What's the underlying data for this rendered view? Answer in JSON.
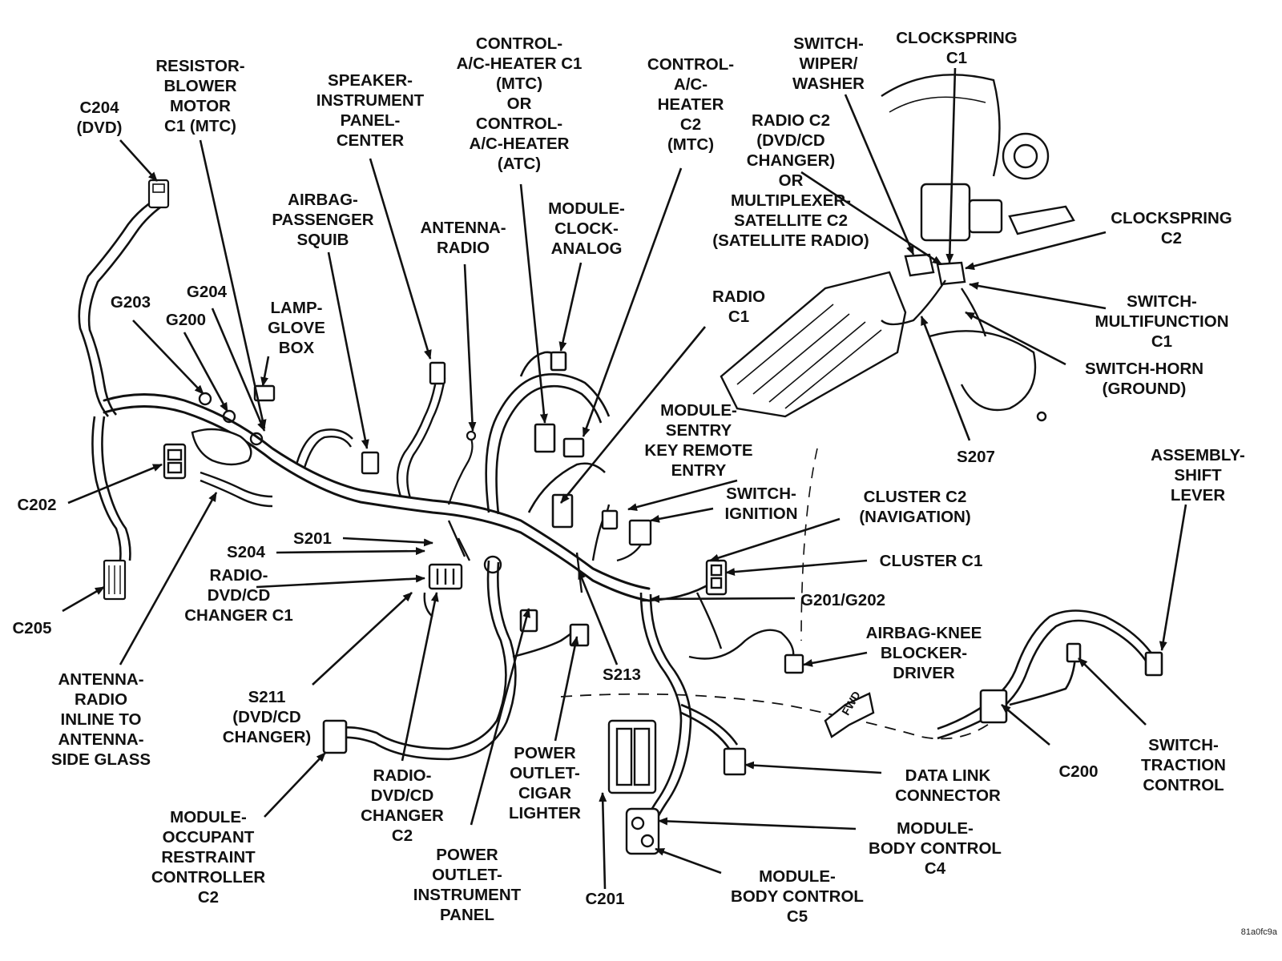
{
  "colors": {
    "ink": "#111111",
    "paper": "#ffffff"
  },
  "document_id": "81a0fc9a",
  "labels": {
    "c204": "C204\n(DVD)",
    "resistor_blower": "RESISTOR-\nBLOWER\nMOTOR\nC1 (MTC)",
    "speaker_ip": "SPEAKER-\nINSTRUMENT\nPANEL-\nCENTER",
    "control_ac_c1": "CONTROL-\nA/C-HEATER C1\n(MTC)\nOR\nCONTROL-\nA/C-HEATER\n(ATC)",
    "control_ac_c2": "CONTROL-\nA/C-\nHEATER\nC2\n(MTC)",
    "switch_wiper": "SWITCH-\nWIPER/\nWASHER",
    "clockspring_c1": "CLOCKSPRING\nC1",
    "radio_c2": "RADIO C2\n(DVD/CD\nCHANGER)\nOR\nMULTIPLEXER-\nSATELLITE C2\n(SATELLITE RADIO)",
    "clockspring_c2": "CLOCKSPRING\nC2",
    "airbag_passenger": "AIRBAG-\nPASSENGER\nSQUIB",
    "antenna_radio": "ANTENNA-\nRADIO",
    "module_clock": "MODULE-\nCLOCK-\nANALOG",
    "g204": "G204",
    "g203": "G203",
    "g200": "G200",
    "lamp_glove": "LAMP-\nGLOVE\nBOX",
    "radio_c1": "RADIO\nC1",
    "switch_multifunction": "SWITCH-\nMULTIFUNCTION C1",
    "switch_horn": "SWITCH-HORN\n(GROUND)",
    "module_sentry": "MODULE-\nSENTRY\nKEY REMOTE\nENTRY",
    "s207": "S207",
    "assembly_shift": "ASSEMBLY-\nSHIFT\nLEVER",
    "switch_ignition": "SWITCH-\nIGNITION",
    "cluster_c2": "CLUSTER C2\n(NAVIGATION)",
    "c202": "C202",
    "s201": "S201",
    "s204": "S204",
    "cluster_c1": "CLUSTER C1",
    "radio_dvd_c1": "RADIO-\nDVD/CD\nCHANGER C1",
    "g201_g202": "G201/G202",
    "c205": "C205",
    "airbag_knee": "AIRBAG-KNEE\nBLOCKER-\nDRIVER",
    "s213": "S213",
    "antenna_inline": "ANTENNA-\nRADIO\nINLINE TO\nANTENNA-\nSIDE GLASS",
    "s211": "S211\n(DVD/CD\nCHANGER)",
    "switch_traction": "SWITCH-\nTRACTION\nCONTROL",
    "c200": "C200",
    "power_cigar": "POWER\nOUTLET-\nCIGAR\nLIGHTER",
    "data_link": "DATA LINK\nCONNECTOR",
    "radio_dvd_c2": "RADIO-\nDVD/CD\nCHANGER\nC2",
    "module_occupant": "MODULE-\nOCCUPANT\nRESTRAINT\nCONTROLLER\nC2",
    "module_body_c4": "MODULE-\nBODY CONTROL\nC4",
    "power_ip": "POWER\nOUTLET-\nINSTRUMENT\nPANEL",
    "c201": "C201",
    "module_body_c5": "MODULE-\nBODY CONTROL\nC5",
    "fwd": "FWD"
  }
}
